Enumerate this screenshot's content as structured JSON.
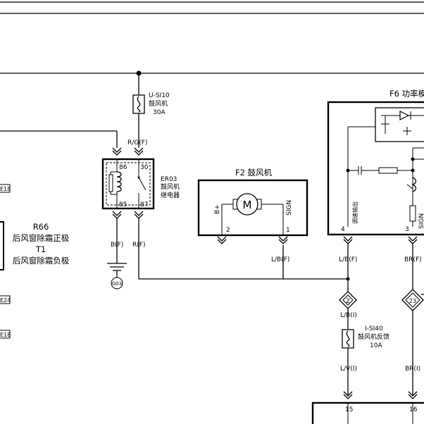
{
  "fuses": {
    "main": {
      "id": "U-SI10",
      "name": "鼓风机",
      "rating": "30A"
    },
    "feedback": {
      "id": "I-SI40",
      "name": "鼓风机反馈",
      "rating": "10A"
    }
  },
  "relay": {
    "id": "ER03",
    "name_line1": "鼓风机",
    "name_line2": "继电器",
    "pins": {
      "p86": "86",
      "p30": "30",
      "p85": "85",
      "p87": "87"
    }
  },
  "blower": {
    "title": "F2 鼓风机",
    "motor_symbol": "M",
    "pin_bplus_label": "B+",
    "pin_sign_label": "SIGN",
    "pin_bplus_num": "2",
    "pin_sign_num": "1"
  },
  "power_module": {
    "title": "F6 功率模",
    "output_label": "调速输出",
    "sign_label": "SIGN",
    "pin4": "4",
    "pin3": "3"
  },
  "rear_defrost": {
    "id": "R66",
    "positive": "后风窗除霜正极",
    "t1": "T1",
    "negative": "后风窗除霜负极"
  },
  "wires": {
    "rg": "R/G(F)",
    "bf": "B(F)",
    "rf": "R(F)",
    "lb_blower": "L/B(F)",
    "lb_module": "L/B(F)",
    "br": "BR(F)",
    "lbi": "L/B(I)",
    "lvi": "L/V(I)",
    "bri": "BR(I)"
  },
  "ground": "G03",
  "splices": {
    "s1": "2",
    "s2": "23"
  },
  "left_tags": {
    "t1": "E18",
    "t2": "E24",
    "t3": "E18"
  },
  "bottom_connector": {
    "pin_a": "15",
    "pin_b": "16"
  }
}
